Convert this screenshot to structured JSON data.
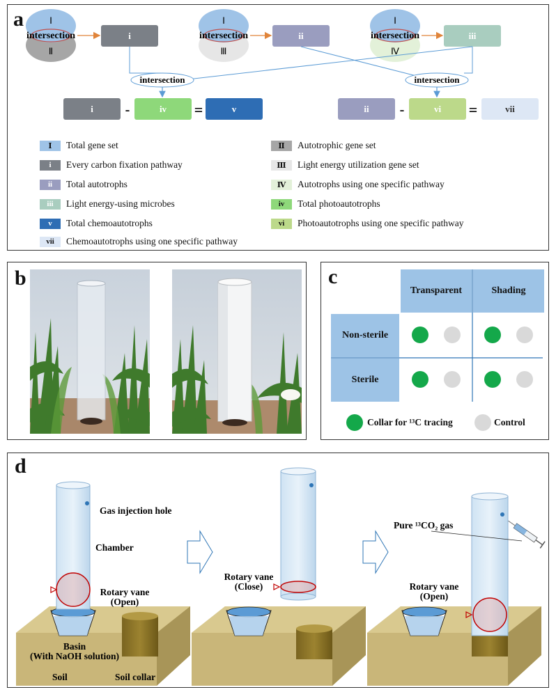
{
  "panel_a": {
    "label": "a",
    "venn": [
      {
        "top": "Ⅰ",
        "op": "intersection",
        "bottom": "Ⅱ",
        "result": "i"
      },
      {
        "top": "Ⅰ",
        "op": "intersection",
        "bottom": "Ⅲ",
        "result": "ii"
      },
      {
        "top": "Ⅰ",
        "op": "intersection",
        "bottom": "Ⅳ",
        "result": "iii"
      }
    ],
    "intersection_left": "intersection",
    "intersection_right": "intersection",
    "eq_left": {
      "a": "i",
      "minus": "-",
      "b": "iv",
      "equals": "=",
      "c": "v"
    },
    "eq_right": {
      "a": "ii",
      "minus": "-",
      "b": "vi",
      "equals": "=",
      "c": "vii"
    },
    "legend": [
      {
        "tag": "Ⅰ",
        "text": "Total gene set",
        "color": "#9fc3e7"
      },
      {
        "tag": "Ⅱ",
        "text": "Autotrophic gene set",
        "color": "#a6a6a6"
      },
      {
        "tag": "i",
        "text": "Every carbon fixation pathway",
        "color": "#7b8087"
      },
      {
        "tag": "Ⅲ",
        "text": "Light energy utilization gene set",
        "color": "#e6e6e6"
      },
      {
        "tag": "ii",
        "text": "Total autotrophs",
        "color": "#9a9dbf"
      },
      {
        "tag": "Ⅳ",
        "text": "Autotrophs using one specific pathway",
        "color": "#e3f1d9"
      },
      {
        "tag": "iii",
        "text": "Light energy-using microbes",
        "color": "#a9cdbf"
      },
      {
        "tag": "iv",
        "text": "Total photoautotrophs",
        "color": "#8ed87a"
      },
      {
        "tag": "v",
        "text": "Total chemoautotrophs",
        "color": "#2e6db4"
      },
      {
        "tag": "vi",
        "text": "Photoautotrophs using one specific pathway",
        "color": "#bcd98a"
      },
      {
        "tag": "vii",
        "text": "Chemoautotrophs using one specific pathway",
        "color": "#dde7f5"
      }
    ]
  },
  "panel_b": {
    "label": "b"
  },
  "panel_c": {
    "label": "c",
    "col_headers": [
      "Transparent",
      "Shading"
    ],
    "row_headers": [
      "Non-sterile",
      "Sterile"
    ],
    "legend_green": "Collar for ¹³C tracing",
    "legend_gray": "Control",
    "colors": {
      "header": "#9dc3e6",
      "green": "#14a84a",
      "gray": "#d9d9d9"
    }
  },
  "panel_d": {
    "label": "d",
    "gas_injection_hole": "Gas injection hole",
    "chamber": "Chamber",
    "vane_open_1": [
      "Rotary vane",
      "(Open)"
    ],
    "basin": [
      "Basin",
      "(With NaOH solution)"
    ],
    "soil": "Soil",
    "soil_collar": "Soil collar",
    "vane_close": [
      "Rotary vane",
      "(Close)"
    ],
    "pure_gas": "Pure ¹³CO₂ gas",
    "vane_open_2": [
      "Rotary vane",
      "(Open)"
    ]
  }
}
